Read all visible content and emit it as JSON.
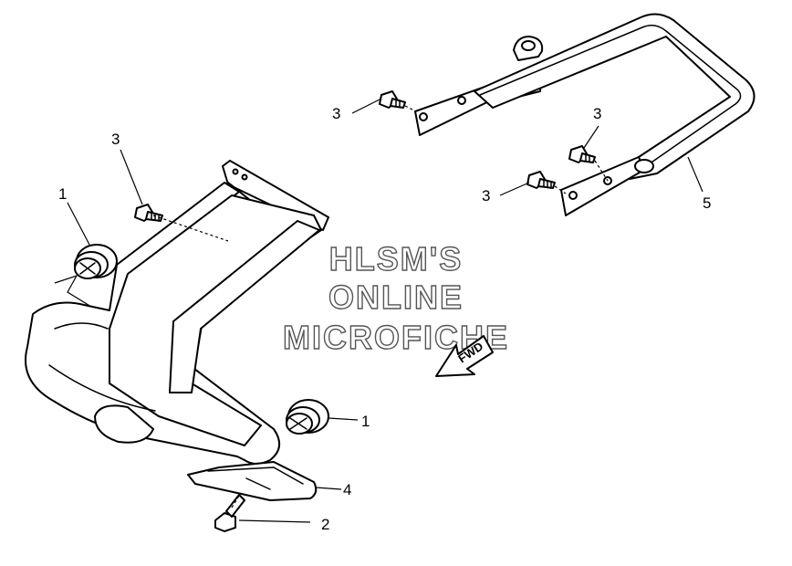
{
  "watermark": {
    "line1": "HLSM'S",
    "line2": "ONLINE",
    "line3": "MICROFICHE"
  },
  "fwd_label": "FWD",
  "callouts": [
    {
      "id": "bumper-front-left-grommet",
      "label": "1"
    },
    {
      "id": "bumper-front-right-grommet",
      "label": "1"
    },
    {
      "id": "bolt-skid-plate",
      "label": "2"
    },
    {
      "id": "bolt-front-frame",
      "label": "3"
    },
    {
      "id": "bolt-rear-upper",
      "label": "3"
    },
    {
      "id": "bolt-rear-middle",
      "label": "3"
    },
    {
      "id": "bolt-rear-lower",
      "label": "3"
    },
    {
      "id": "skid-plate",
      "label": "4"
    },
    {
      "id": "rear-bar",
      "label": "5"
    }
  ]
}
